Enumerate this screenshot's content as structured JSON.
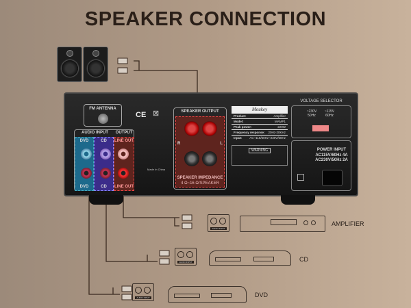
{
  "title": "SPEAKER CONNECTION",
  "panel": {
    "fm_antenna": "FM  ANTENNA",
    "audio_input": "AUDIO INPUT",
    "output": "OUTPUT",
    "dvd": "DVD",
    "cd": "CD",
    "line_out": "LINE OUT",
    "l": "L",
    "r": "R",
    "speaker_output": "SPEAKER OUTPUT",
    "speaker_impedance": "SPEAKER IMPEDANCE",
    "impedance_value": "4 Ω~16 Ω/SPEAKER",
    "made_in": "Made In China",
    "ce": "CE",
    "brand": "Moukey",
    "spec": [
      {
        "k": "Product:",
        "v": "Amplifier"
      },
      {
        "k": "Model:",
        "v": "MAMP1"
      },
      {
        "k": "Peak power:",
        "v": "220W"
      },
      {
        "k": "Frequency response:",
        "v": "20Hz-20KHz"
      },
      {
        "k": "Input:",
        "v": "AC~115/60Hz~230V/50Hz"
      }
    ],
    "warning": "WARNING",
    "voltage_selector": "VOLTAGE SELECTOR",
    "v230": "~230V 50Hz",
    "v115": "~115V 60Hz",
    "power_input": "POWER INPUT",
    "power_1": "AC115V/60Hz  4A",
    "power_2": "AC230V/50Hz  2A"
  },
  "devices": [
    {
      "label": "AMPLIFIER",
      "input": "AUDIO INPUT"
    },
    {
      "label": "CD",
      "input": "AUDIO INPUT"
    },
    {
      "label": "DVD",
      "input": "AUDIO INPUT"
    }
  ],
  "colors": {
    "title": "#2a1f18",
    "dvd": "#1d6a8c",
    "cd": "#3b2c8a",
    "line_out": "#7a2a22",
    "speaker_out": "#7a2a22"
  }
}
